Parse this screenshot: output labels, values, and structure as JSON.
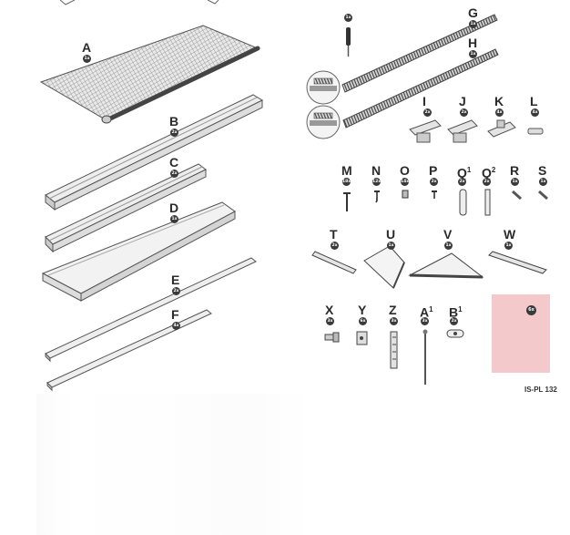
{
  "document_code": "IS-PL 132",
  "parts": [
    {
      "id": "A",
      "letter": "A",
      "sup": "",
      "qty": "1x"
    },
    {
      "id": "B",
      "letter": "B",
      "sup": "",
      "qty": "2x"
    },
    {
      "id": "C",
      "letter": "C",
      "sup": "",
      "qty": "2x"
    },
    {
      "id": "D",
      "letter": "D",
      "sup": "",
      "qty": "1x"
    },
    {
      "id": "E",
      "letter": "E",
      "sup": "",
      "qty": "2x"
    },
    {
      "id": "F",
      "letter": "F",
      "sup": "",
      "qty": "4x"
    },
    {
      "id": "G",
      "letter": "G",
      "sup": "",
      "qty": "1x"
    },
    {
      "id": "H",
      "letter": "H",
      "sup": "",
      "qty": "1x"
    },
    {
      "id": "I",
      "letter": "I",
      "sup": "",
      "qty": "2x"
    },
    {
      "id": "J",
      "letter": "J",
      "sup": "",
      "qty": "2x"
    },
    {
      "id": "K",
      "letter": "K",
      "sup": "",
      "qty": "4x"
    },
    {
      "id": "L",
      "letter": "L",
      "sup": "",
      "qty": "4x"
    },
    {
      "id": "M",
      "letter": "M",
      "sup": "",
      "qty": "18x"
    },
    {
      "id": "N",
      "letter": "N",
      "sup": "",
      "qty": "12x"
    },
    {
      "id": "O",
      "letter": "O",
      "sup": "",
      "qty": "14x"
    },
    {
      "id": "P",
      "letter": "P",
      "sup": "",
      "qty": "2x"
    },
    {
      "id": "Q1",
      "letter": "Q",
      "sup": "1",
      "qty": "2x"
    },
    {
      "id": "Q2",
      "letter": "Q",
      "sup": "2",
      "qty": "2x"
    },
    {
      "id": "R",
      "letter": "R",
      "sup": "",
      "qty": "1x"
    },
    {
      "id": "S",
      "letter": "S",
      "sup": "",
      "qty": "1x"
    },
    {
      "id": "T",
      "letter": "T",
      "sup": "",
      "qty": "2x"
    },
    {
      "id": "U",
      "letter": "U",
      "sup": "",
      "qty": "1x"
    },
    {
      "id": "V",
      "letter": "V",
      "sup": "",
      "qty": "1x"
    },
    {
      "id": "W",
      "letter": "W",
      "sup": "",
      "qty": "1x"
    },
    {
      "id": "X",
      "letter": "X",
      "sup": "",
      "qty": "3x"
    },
    {
      "id": "Y",
      "letter": "Y",
      "sup": "",
      "qty": "6x"
    },
    {
      "id": "Z",
      "letter": "Z",
      "sup": "",
      "qty": "3x"
    },
    {
      "id": "A1",
      "letter": "A",
      "sup": "1",
      "qty": "3x"
    },
    {
      "id": "B1",
      "letter": "B",
      "sup": "1",
      "qty": "2x"
    }
  ],
  "tool_qty": "1x",
  "spare_parts": {
    "qty": "6x",
    "accent": "#f4c9cc",
    "icon": "shopping-cart-icon"
  }
}
